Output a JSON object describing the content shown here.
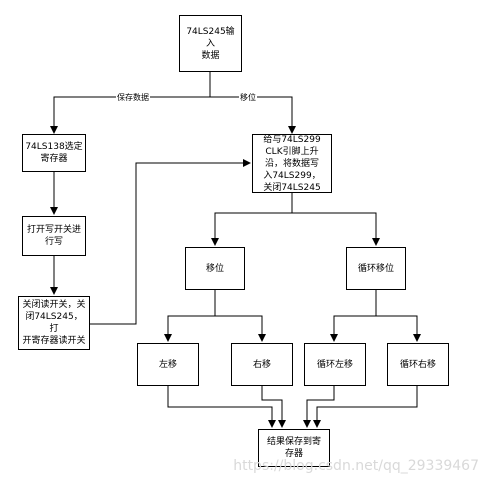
{
  "nodes": {
    "input": "74LS245输入\n数据",
    "select": "74LS138选定\n寄存器",
    "write": "打开写开关进\n行写",
    "close": "关闭读开关，关\n闭74LS245，打\n开寄存器读开关",
    "shift_main": "给与74LS299\nCLK引脚上升\n沿，将数据写\n入74LS299，\n关闭74LS245",
    "shift": "移位",
    "cycle": "循环移位",
    "left": "左移",
    "right": "右移",
    "cycle_left": "循环左移",
    "cycle_right": "循环右移",
    "result": "结果保存到寄\n存器"
  },
  "edge_labels": {
    "save": "保存数据",
    "move": "移位"
  },
  "watermark": "https://blog.csdn.net/qq_29339467"
}
